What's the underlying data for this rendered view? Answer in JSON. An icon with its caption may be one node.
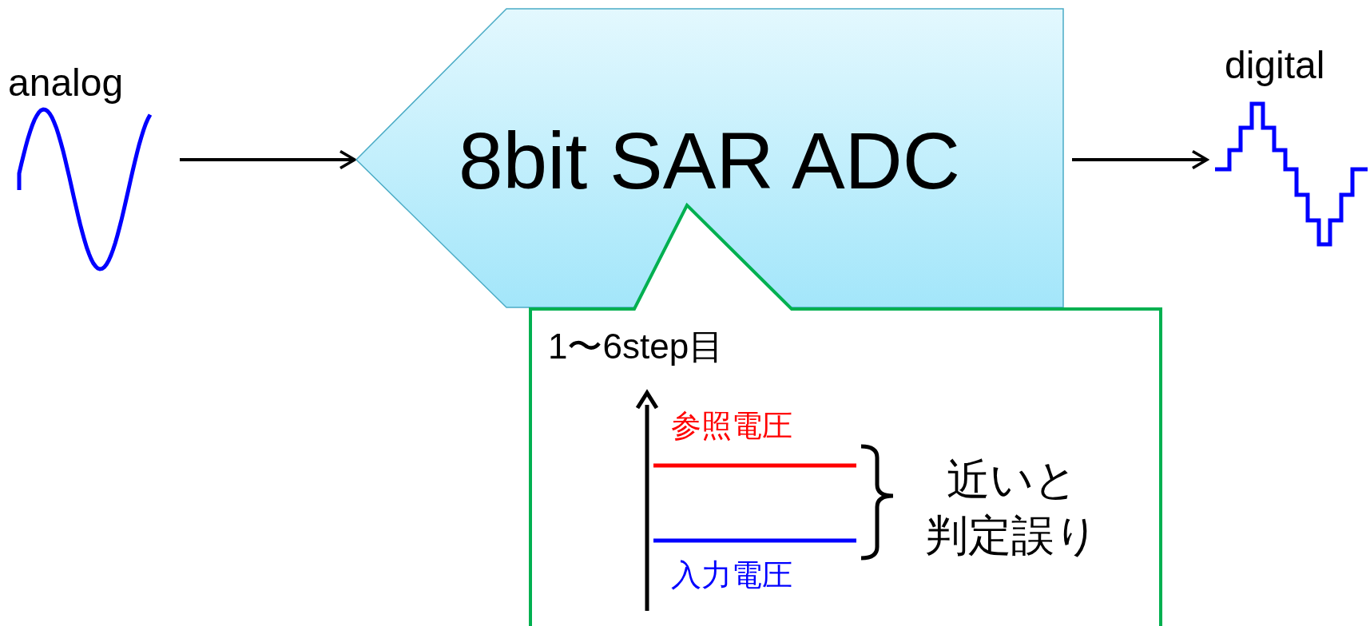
{
  "diagram": {
    "nodes": [
      {
        "text": [
          "analog"
        ]
      },
      {
        "text": [
          "8bit SAR ADC"
        ]
      },
      {
        "text": [
          "digital"
        ]
      },
      {
        "text": [
          "1〜6step目",
          "参照電圧",
          "入力電圧",
          "近いと判定誤り"
        ]
      }
    ],
    "edges": [
      {
        "from": 0,
        "to": 1,
        "arrow": "to"
      },
      {
        "from": 1,
        "to": 2,
        "arrow": "to"
      }
    ]
  }
}
